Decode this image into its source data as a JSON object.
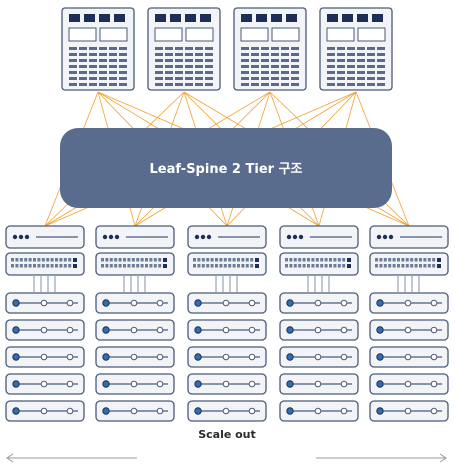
{
  "fabric": {
    "label": "Leaf-Spine 2 Tier 구조"
  },
  "footer": {
    "scale_label": "Scale out"
  },
  "spines": [
    {
      "id": "spine-1"
    },
    {
      "id": "spine-2"
    },
    {
      "id": "spine-3"
    },
    {
      "id": "spine-4"
    }
  ],
  "leaves": [
    {
      "id": "leaf-1",
      "servers": 5
    },
    {
      "id": "leaf-2",
      "servers": 5
    },
    {
      "id": "leaf-3",
      "servers": 5
    },
    {
      "id": "leaf-4",
      "servers": 5
    },
    {
      "id": "leaf-5",
      "servers": 5
    }
  ],
  "colors": {
    "device_fill": "#f2f4f8",
    "device_stroke": "#4a5a78",
    "device_dark": "#1e2f57",
    "link": "#f0a030",
    "fabric_fill": "#5a6c8e",
    "server_dot": "#2f6fb0",
    "arrow": "#9a9a9a"
  }
}
